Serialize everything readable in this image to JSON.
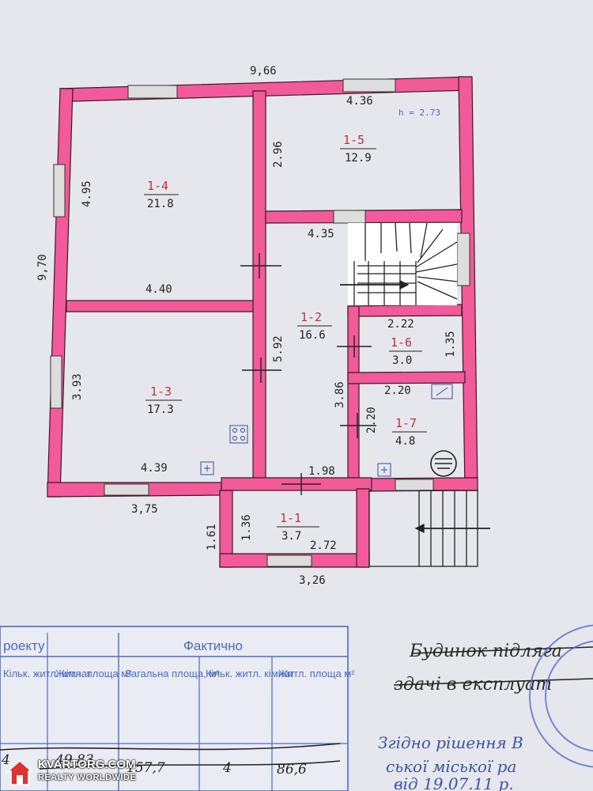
{
  "plan": {
    "height_note": "h = 2.73",
    "dimensions": {
      "top_width": "9,66",
      "left_height": "9,70",
      "room14_height": "4.95",
      "room14_width": "4.40",
      "room15_width": "4.36",
      "room15_height": "2.96",
      "stair_width": "4.35",
      "hall_height": "5.92",
      "room13_height": "3.93",
      "room13_width": "4.39",
      "room16_width": "2.22",
      "room16_height": "1.35",
      "room17_width": "2.20",
      "room17_height": "2.20",
      "hall_side": "3.86",
      "hall_bottom": "1.98",
      "bottom_left": "3,75",
      "porch_height": "1.61",
      "room11_height": "1.36",
      "room11_width": "2.72",
      "bottom_width": "3,26"
    },
    "rooms": [
      {
        "id": "1-4",
        "area": "21.8"
      },
      {
        "id": "1-5",
        "area": "12.9"
      },
      {
        "id": "1-2",
        "area": "16.6"
      },
      {
        "id": "1-6",
        "area": "3.0"
      },
      {
        "id": "1-3",
        "area": "17.3"
      },
      {
        "id": "1-7",
        "area": "4.8"
      },
      {
        "id": "1-1",
        "area": "3.7"
      }
    ]
  },
  "table": {
    "section_project": "роекту",
    "section_actual": "Фактично",
    "headers": {
      "col_rooms_left": "Кільк. житл. кімнат",
      "col_living": "Житл. площа м²",
      "col_total": "Загальна площа, м²",
      "col_rooms": "Кільк. житл. кімнат",
      "col_living2": "Житл. площа м²"
    },
    "values": {
      "rooms_left": "4",
      "living": "49,83",
      "total": "157,7",
      "rooms": "4",
      "living2": "86,6"
    }
  },
  "notes": {
    "line1": "Будинок підляга",
    "line2": "здачі в експлуат",
    "line3": "Згідно рішення В",
    "line4": "ської міської ра",
    "line5": "від 19.07.11 р."
  },
  "watermark": {
    "title": "KVARTORG.COM",
    "subtitle": "REALTY WORLDWIDE"
  },
  "colors": {
    "wall": "#f25a98",
    "paper": "#e6e7ec",
    "stamp": "#4a6bc4",
    "room_id": "#c0303c"
  }
}
